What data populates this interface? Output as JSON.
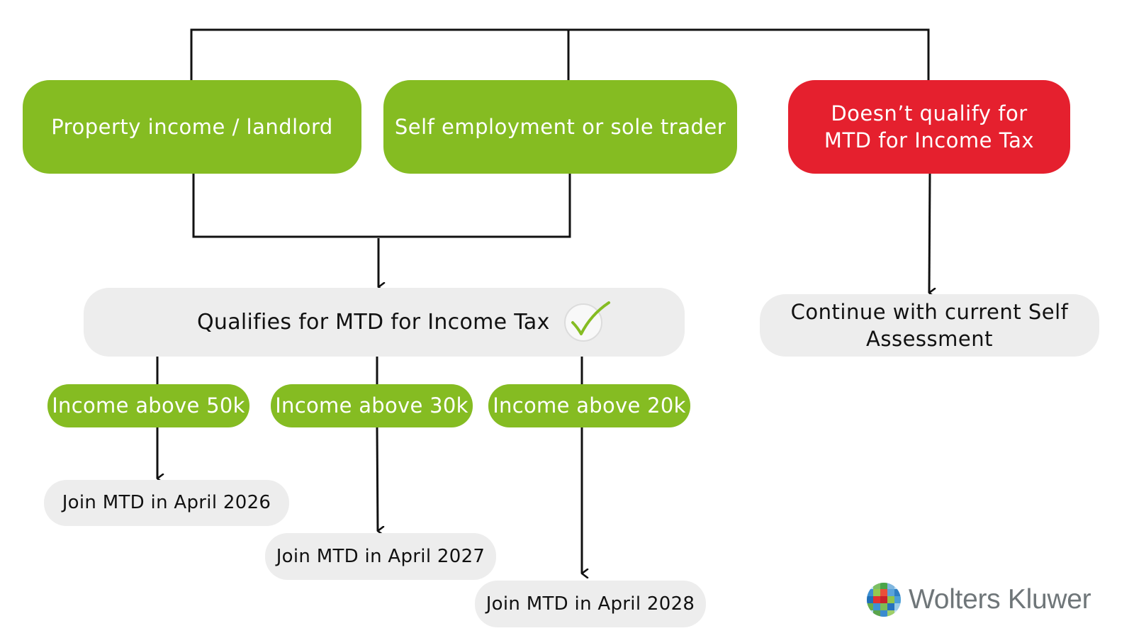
{
  "top_nodes": {
    "property": "Property income / landlord",
    "self_employment": "Self employment or sole trader",
    "not_qualify": "Doesn’t qualify for MTD for Income Tax"
  },
  "qualifies": {
    "label": "Qualifies for MTD for Income Tax",
    "icon": "checkmark-icon"
  },
  "continue_node": "Continue with current Self Assessment",
  "thresholds": [
    {
      "label": "Income above 50k",
      "join": "Join MTD in April 2026"
    },
    {
      "label": "Income above 30k",
      "join": "Join MTD in April 2027"
    },
    {
      "label": "Income above 20k",
      "join": "Join MTD in April 2028"
    }
  ],
  "brand": {
    "name": "Wolters Kluwer",
    "icon": "wolters-kluwer-logo-icon"
  },
  "colors": {
    "green": "#85bc22",
    "red": "#e5202e",
    "grey": "#ededed",
    "line": "#111111"
  }
}
